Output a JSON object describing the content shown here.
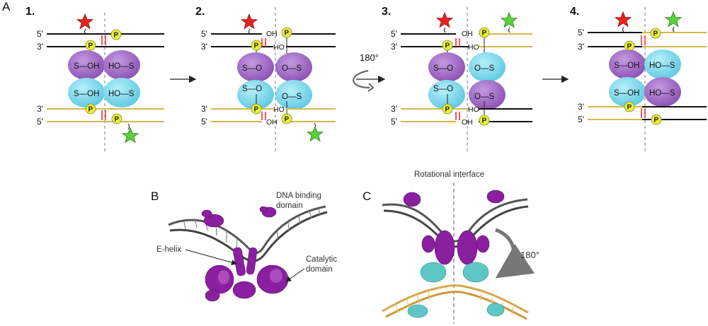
{
  "panels": {
    "A": "A",
    "B": "B",
    "C": "C"
  },
  "steps": [
    "1.",
    "2.",
    "3.",
    "4."
  ],
  "strand_ends": {
    "five": "5'",
    "three": "3'"
  },
  "labels": {
    "phosphate": "P",
    "hydroxyl": "OH",
    "ho": "HO",
    "s_oh": "S—OH",
    "ho_s": "HO—S",
    "s_o": "S—O",
    "o_s": "O—S",
    "rotation": "180°"
  },
  "annotations": {
    "dna_binding_domain": "DNA binding\ndomain",
    "dna_binding_line1": "DNA binding",
    "dna_binding_line2": "domain",
    "e_helix": "E-helix",
    "catalytic_line1": "Catalytic",
    "catalytic_line2": "domain",
    "rotational_interface": "Rotational interface",
    "rotation_c": "180°"
  },
  "colors": {
    "purple": "#9b5fc0",
    "cyan": "#74d6ea",
    "black_strand": "#111111",
    "gold_strand": "#d8b74a",
    "red_star": "#e8231f",
    "green_star": "#5bd13a",
    "phosphate": "#e8ef3a",
    "protein_purple": "#8a1fa0",
    "protein_cyan": "#5fc6c6",
    "dna_gray": "#555555",
    "dna_gold": "#d6a84a"
  }
}
